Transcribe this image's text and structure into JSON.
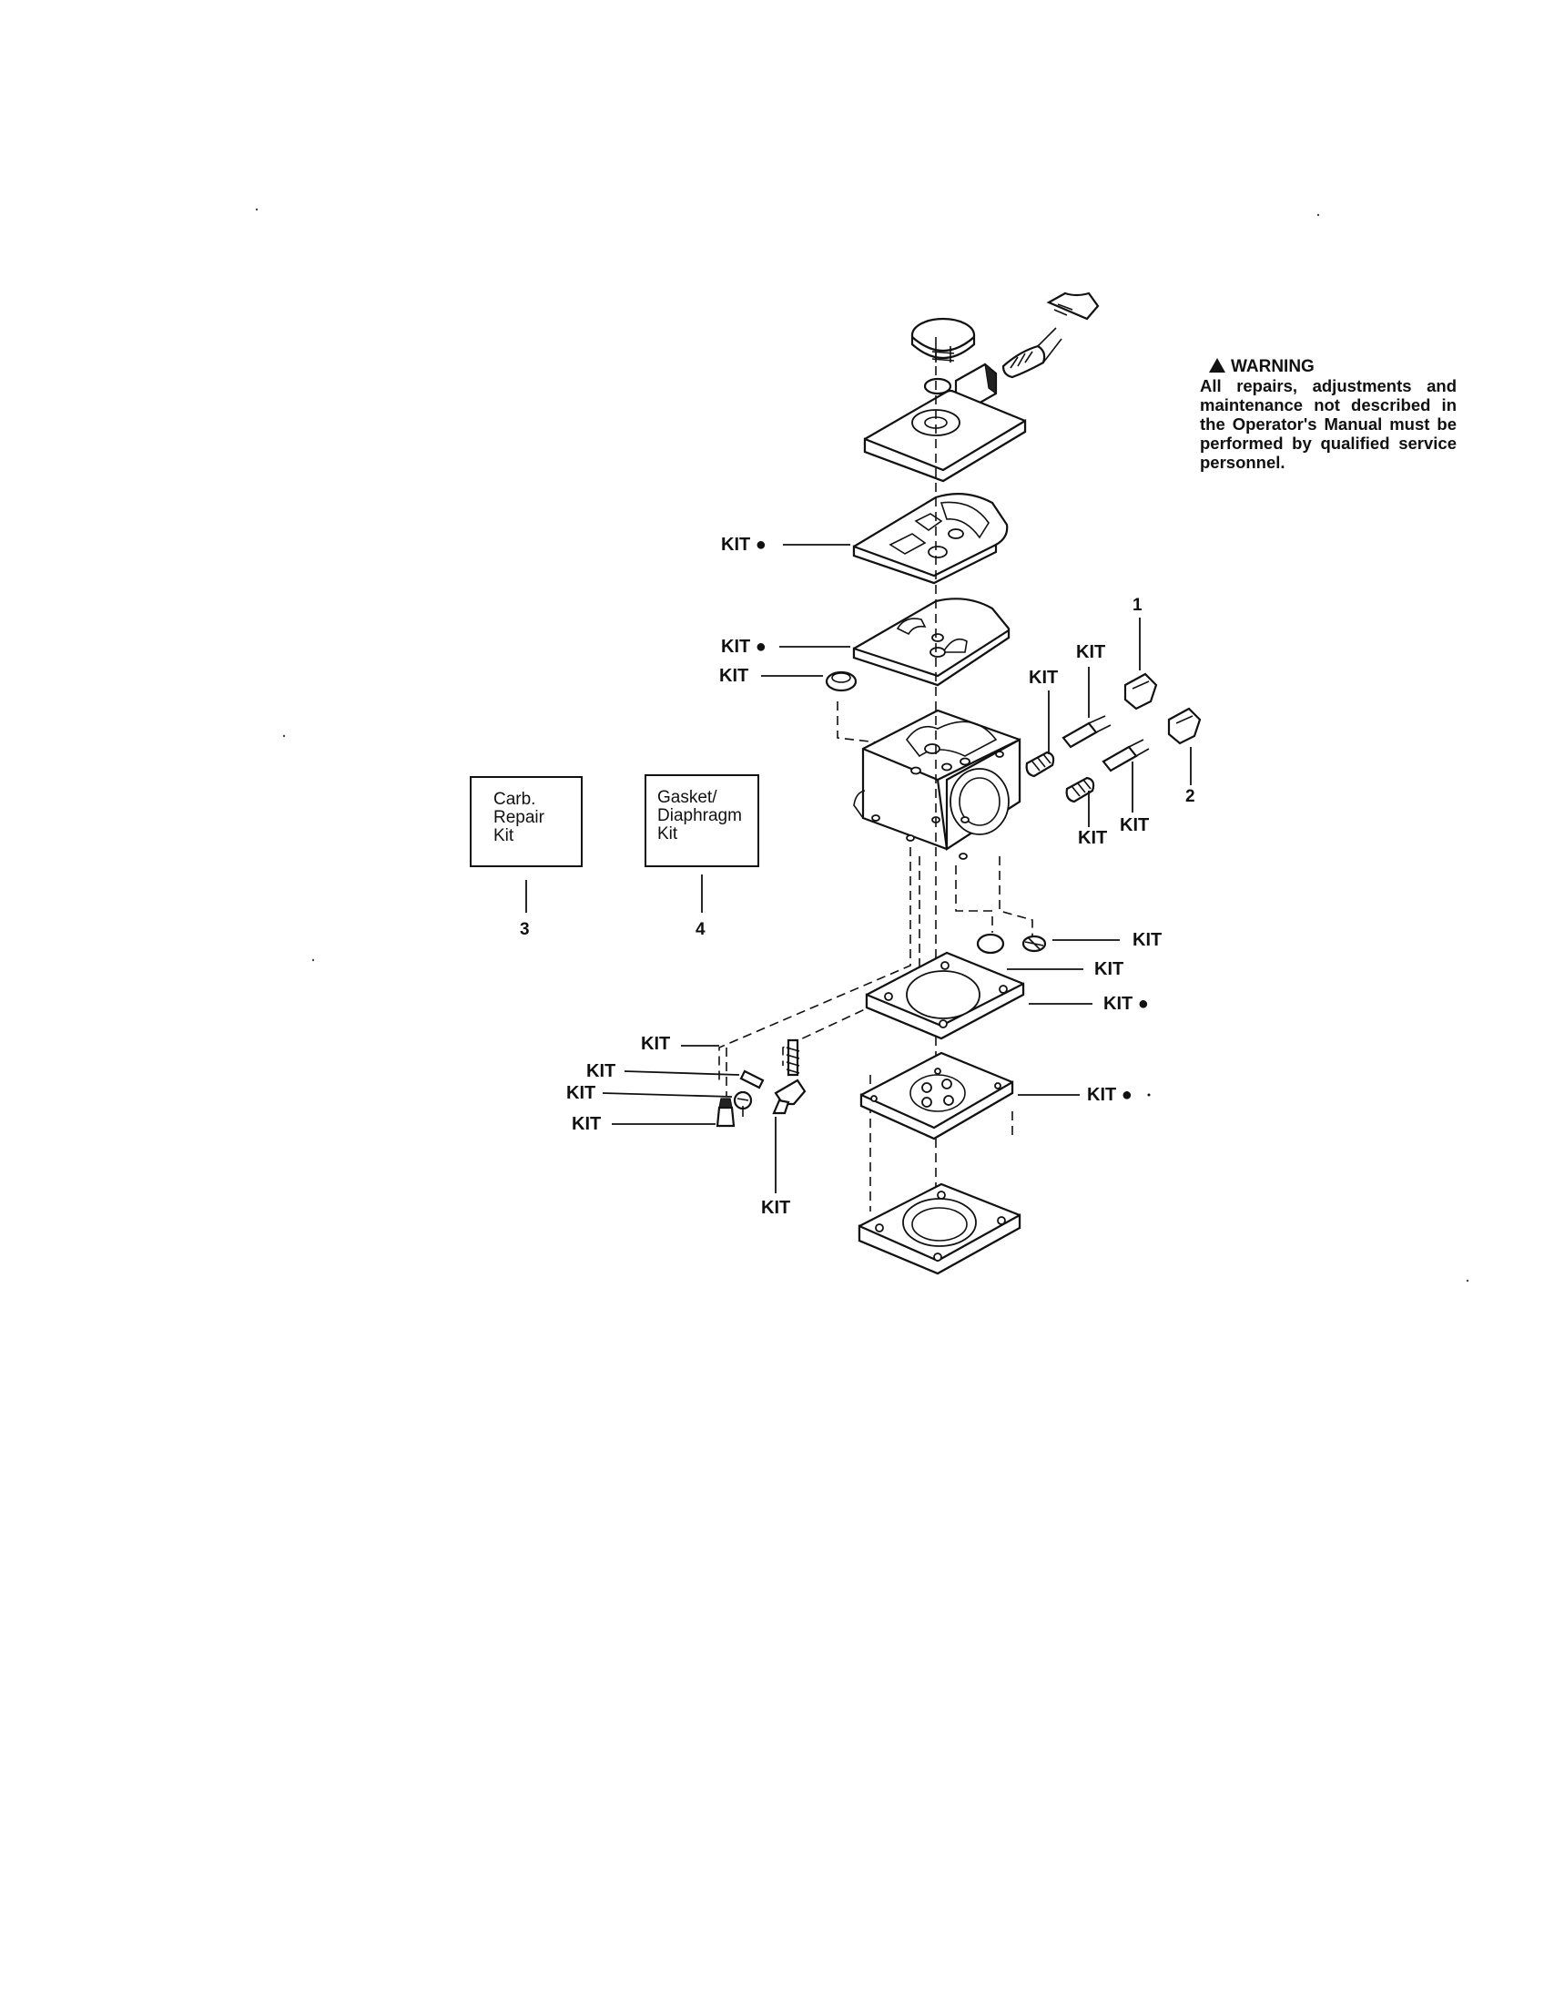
{
  "warning": {
    "title": "WARNING",
    "text": "All repairs, adjustments and maintenance not described in the Operator's Manual must be performed by qualified service personnel."
  },
  "boxes": [
    {
      "label_lines": [
        "Carb.",
        "Repair",
        "Kit"
      ],
      "number": "3"
    },
    {
      "label_lines": [
        "Gasket/",
        "Diaphragm",
        "Kit"
      ],
      "number": "4"
    }
  ],
  "callouts": {
    "kit_dot_1": "KIT ●",
    "kit_dot_2": "KIT ●",
    "kit_a": "KIT",
    "kit_b": "KIT",
    "kit_c": "KIT",
    "kit_d": "KIT",
    "kit_e": "KIT",
    "kit_f": "KIT",
    "kit_g": "KIT",
    "kit_dot_3": "KIT ●",
    "kit_dot_4": "KIT ●",
    "kit_h": "KIT",
    "kit_i": "KIT",
    "kit_j": "KIT",
    "kit_k": "KIT",
    "kit_l": "KIT",
    "num_1": "1",
    "num_2": "2"
  }
}
